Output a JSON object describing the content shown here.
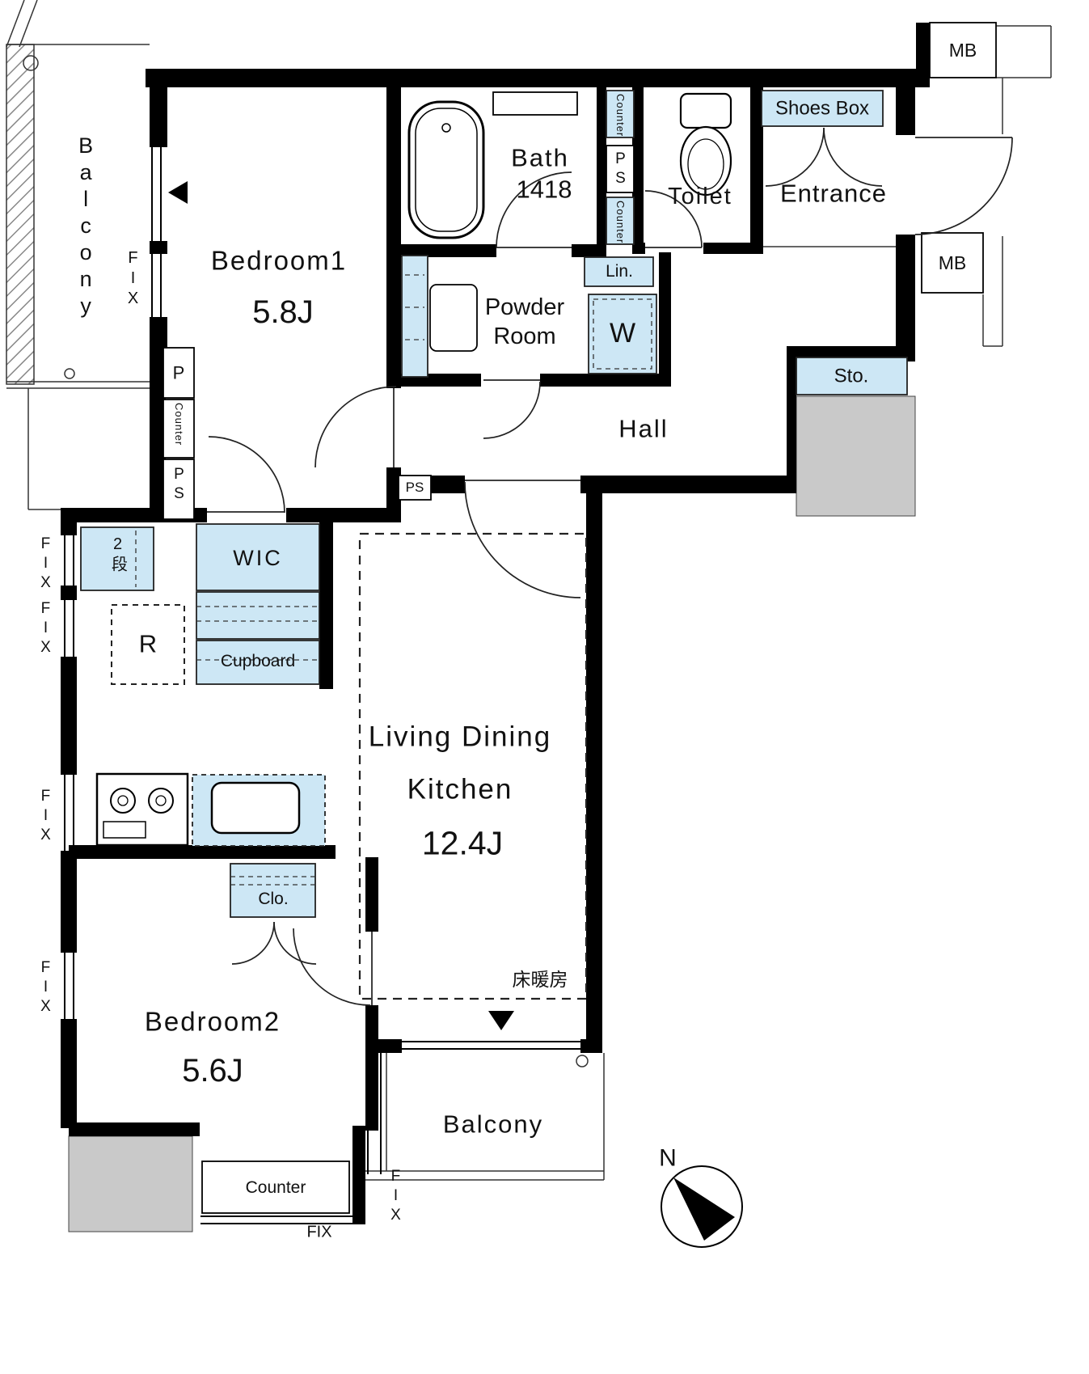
{
  "plan": {
    "rooms": {
      "balcony_top": "Balcony",
      "bedroom1": {
        "name": "Bedroom1",
        "size": "5.8J"
      },
      "bath": {
        "name": "Bath",
        "size": "1418"
      },
      "toilet": "Toilet",
      "entrance": "Entrance",
      "powder_room": {
        "line1": "Powder",
        "line2": "Room"
      },
      "hall": "Hall",
      "ldk": {
        "line1": "Living Dining",
        "line2": "Kitchen",
        "size": "12.4J"
      },
      "bedroom2": {
        "name": "Bedroom2",
        "size": "5.6J"
      },
      "balcony_bottom": "Balcony"
    },
    "fixtures": {
      "mb": "MB",
      "shoes_box": "Shoes Box",
      "lin": "Lin.",
      "washer": "W",
      "sto": "Sto.",
      "wic": "WIC",
      "two_tier": "2段",
      "fridge": "R",
      "cupboard": "Cupboard",
      "clo": "Clo.",
      "counter": "Counter",
      "pipe_p": "P",
      "pipe_ps": "PS",
      "floor_heating": "床暖房"
    },
    "annotations": {
      "fix": "FIX",
      "north": "N"
    },
    "colors": {
      "fixture_fill": "#cde7f5",
      "wall": "#000000",
      "gray_block": "#c9c9c9"
    }
  }
}
